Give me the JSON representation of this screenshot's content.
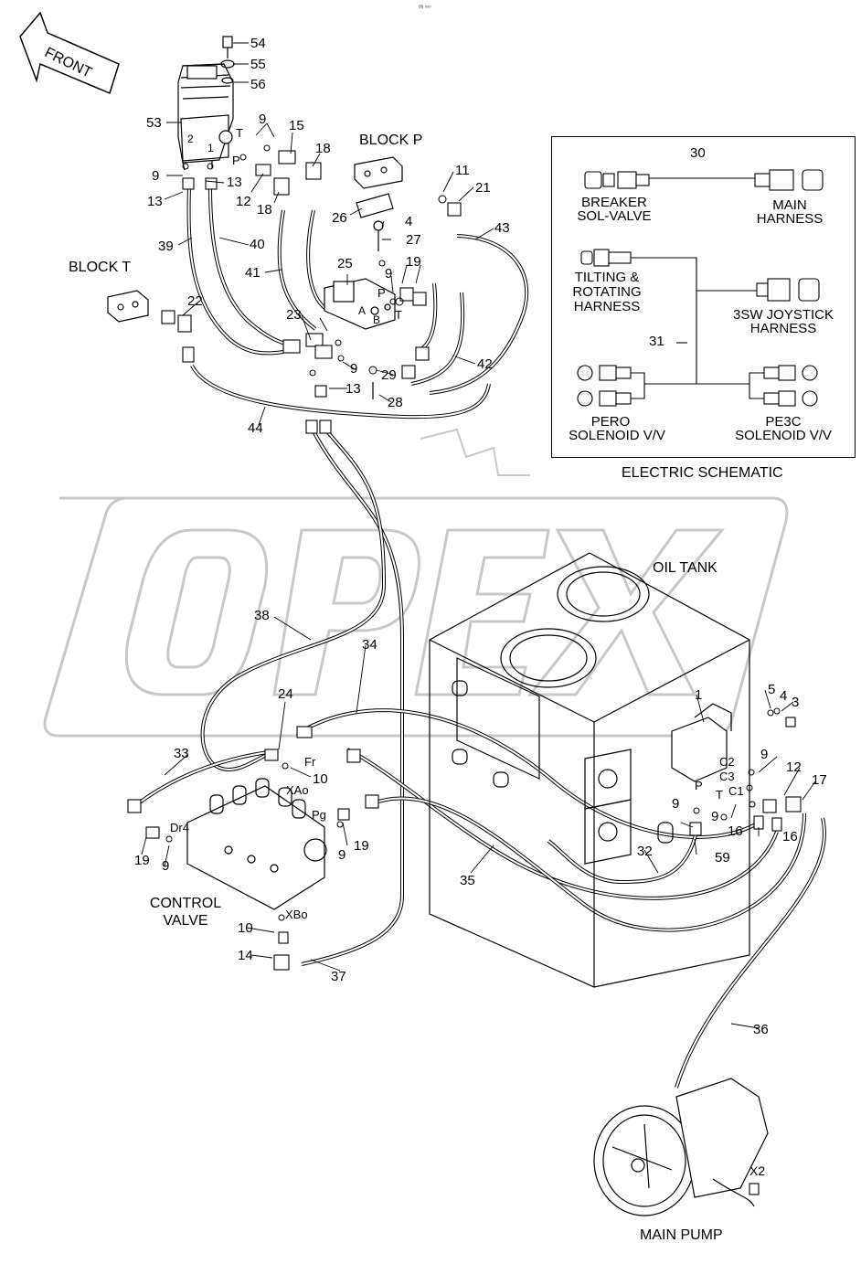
{
  "page_title": "",
  "corner_mark": "ᴰᴮ ᵒᵒᵒ",
  "front_arrow": {
    "text": "FRONT"
  },
  "titles": {
    "block_p": "BLOCK P",
    "block_t": "BLOCK T",
    "electric_schematic": "ELECTRIC SCHEMATIC",
    "oil_tank": "OIL TANK",
    "control_valve_1": "CONTROL",
    "control_valve_2": "VALVE",
    "main_pump": "MAIN PUMP"
  },
  "schematic": {
    "breaker_1": "BREAKER",
    "breaker_2": "SOL-VALVE",
    "main_1": "MAIN",
    "main_2": "HARNESS",
    "tilt_1": "TILTING &",
    "tilt_2": "ROTATING",
    "tilt_3": "HARNESS",
    "joy_1": "3SW JOYSTICK",
    "joy_2": "HARNESS",
    "pero_1": "PERO",
    "pero_2": "SOLENOID V/V",
    "pe3c_1": "PE3C",
    "pe3c_2": "SOLENOID V/V",
    "num_30": "30",
    "num_31": "31"
  },
  "port_labels": [
    "T",
    "P",
    "2",
    "1",
    "P",
    "A",
    "B",
    "T",
    "Fr",
    "XAo",
    "Pg",
    "Dr4",
    "XBo",
    "C2",
    "C3",
    "C1",
    "P",
    "T",
    "X2"
  ],
  "callouts": [
    "54",
    "55",
    "56",
    "53",
    "9",
    "15",
    "18",
    "9",
    "13",
    "13",
    "12",
    "18",
    "11",
    "21",
    "26",
    "4",
    "27",
    "43",
    "39",
    "40",
    "41",
    "25",
    "9",
    "19",
    "22",
    "23",
    "9",
    "29",
    "13",
    "28",
    "42",
    "44",
    "38",
    "34",
    "24",
    "33",
    "10",
    "19",
    "9",
    "19",
    "9",
    "10",
    "14",
    "37",
    "1",
    "5",
    "4",
    "3",
    "9",
    "12",
    "17",
    "9",
    "9",
    "16",
    "16",
    "32",
    "59",
    "35",
    "36"
  ],
  "icons": {
    "watermark": "opex-watermark-logo",
    "arrow": "front-arrow-icon"
  }
}
